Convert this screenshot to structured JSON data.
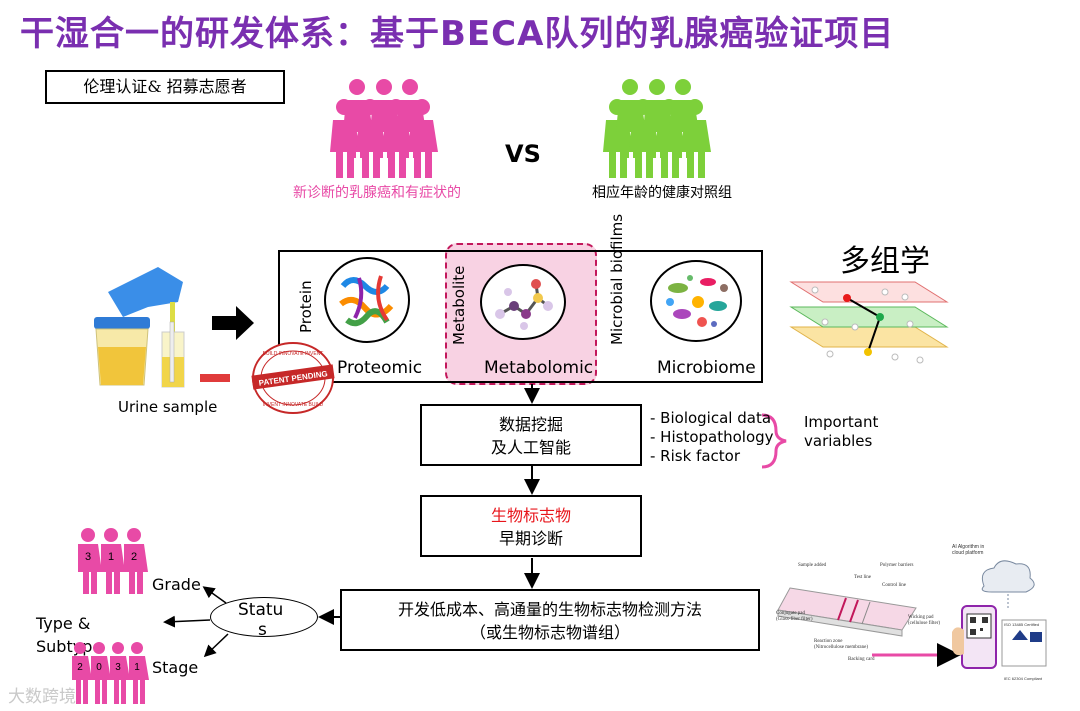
{
  "title": "干湿合一的研发体系：基于BECA队列的乳腺癌验证项目",
  "ethics_box": "伦理认证& 招募志愿者",
  "cohort": {
    "case_label": "新诊断的乳腺癌和有症状的",
    "vs": "VS",
    "control_label": "相应年龄的健康对照组"
  },
  "multiomics_title": "多组学",
  "sample": {
    "label": "Urine sample"
  },
  "omics": [
    {
      "vertical": "Protein",
      "name": "Proteomic"
    },
    {
      "vertical": "Metabolite",
      "name": "Metabolomic"
    },
    {
      "vertical": "Microbial biofilms",
      "name": "Microbiome"
    }
  ],
  "stamp": {
    "main": "PATENT PENDING",
    "top": "BUILD INNOVATE INVENT",
    "bottom": "INVENT INNOVATE BUILD"
  },
  "datamining_box": {
    "line1": "数据挖掘",
    "line2": "及人工智能"
  },
  "variables": {
    "items": [
      "- Biological data",
      "- Histopathology",
      "- Risk factor"
    ],
    "label_line1": "Important",
    "label_line2": "variables"
  },
  "biomarker_box": {
    "line1": "生物标志物",
    "line2": "早期诊断"
  },
  "method_box": {
    "line1": "开发低成本、高通量的生物标志物检测方法",
    "line2": "（或生物标志物谱组）"
  },
  "status": {
    "line1": "Statu",
    "line2": "s"
  },
  "outputs": {
    "grade": "Grade",
    "type_line1": "Type &",
    "type_line2": "Subtype",
    "stage": "Stage"
  },
  "grade_digits": [
    "3",
    "1",
    "2"
  ],
  "stage_digits": [
    "2",
    "0",
    "3",
    "1"
  ],
  "strip": {
    "sample_added": "Sample added",
    "test_line": "Test line",
    "polymer_barriers": "Polymer barriers",
    "control_line": "Control line",
    "conjugate_pad": "Conjugate pad",
    "conjugate_sub": "(Glass-fiber filter)",
    "wicking_pad": "Wicking pad",
    "wicking_sub": "(cellulose filter)",
    "reaction_zone": "Reaction zone",
    "reaction_sub": "(Nitrocellulose membrane)",
    "backing_card": "Backing card"
  },
  "cloud": {
    "line1": "AI Algorithm in",
    "line2": "cloud platform"
  },
  "cert": {
    "iso": "ISO 13485 Certified",
    "iec": "IEC 62304 Compliant"
  },
  "watermark": "大数跨境",
  "colors": {
    "title": "#7a2fb0",
    "pink": "#e84aa6",
    "green": "#7dd03a",
    "highlight": "#f8d2e3",
    "red": "#e8151b"
  }
}
